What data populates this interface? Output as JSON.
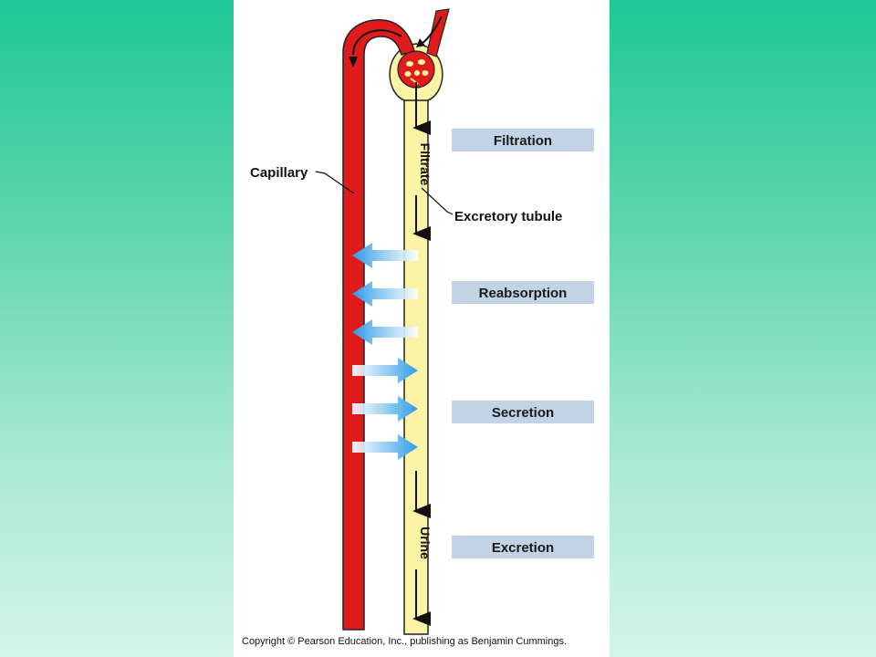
{
  "labels": {
    "capillary": "Capillary",
    "excretory_tubule": "Excretory tubule",
    "filtrate": "Filtrate",
    "urine": "Urine"
  },
  "processes": [
    {
      "label": "Filtration"
    },
    {
      "label": "Reabsorption"
    },
    {
      "label": "Secretion"
    },
    {
      "label": "Excretion"
    }
  ],
  "copyright": "Copyright © Pearson Education, Inc., publishing as Benjamin Cummings.",
  "colors": {
    "capillary": "#e01b1b",
    "tubule": "#fbf4a6",
    "transport_arrow": "#2f9ce8",
    "process_box": "#c3d3e6"
  }
}
